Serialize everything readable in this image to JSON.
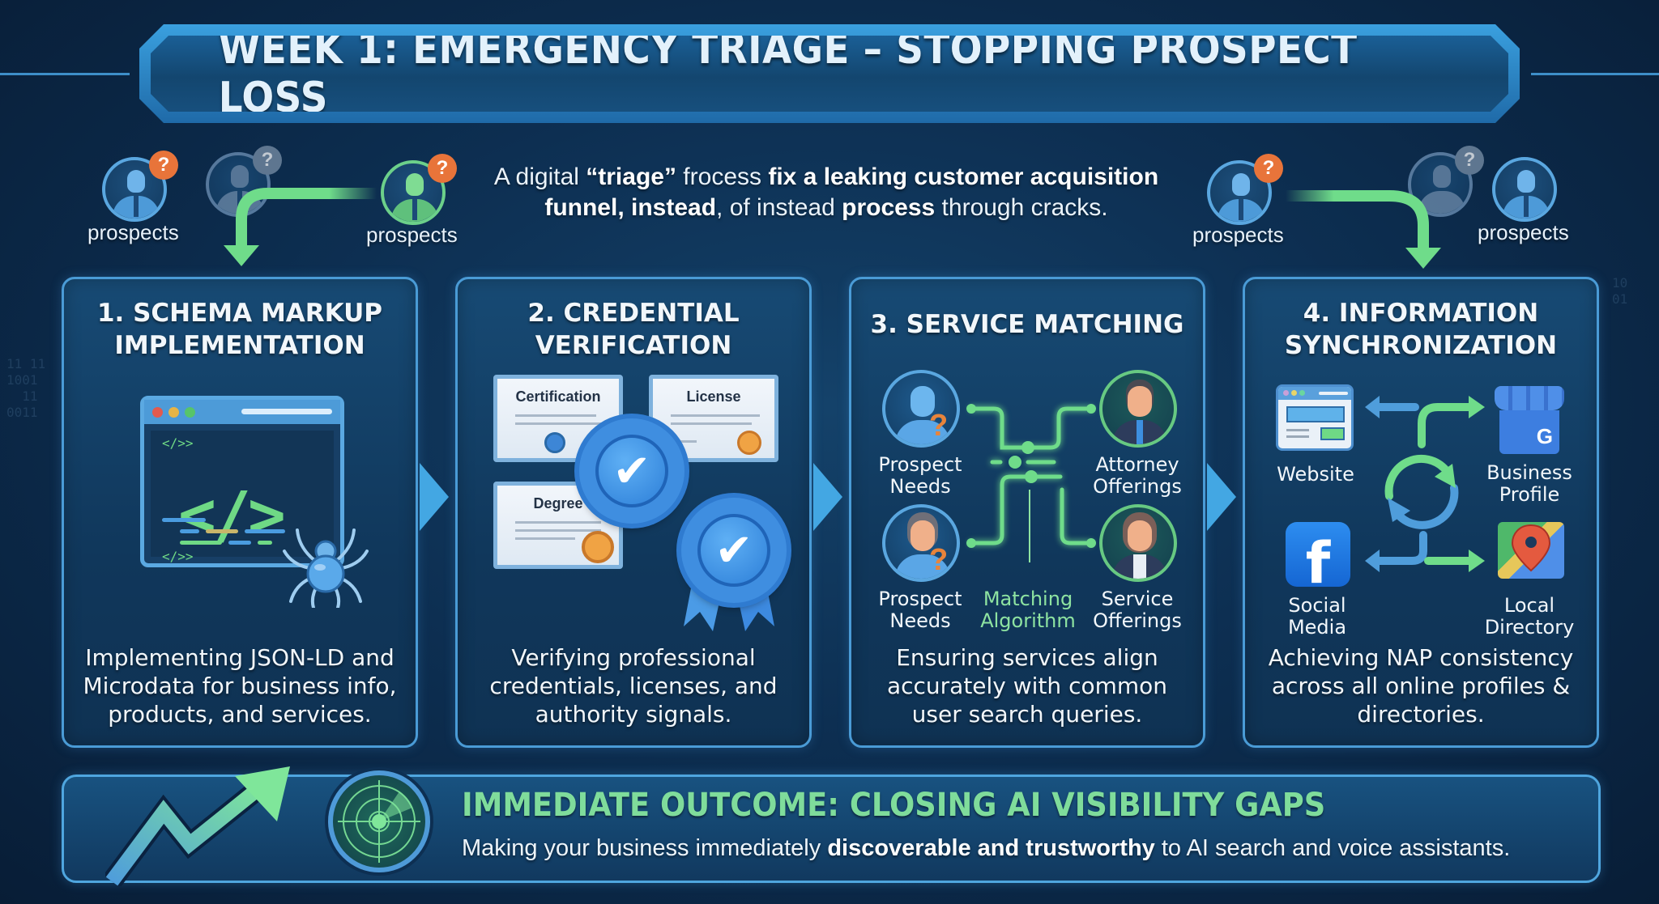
{
  "header": {
    "title": "WEEK 1: EMERGENCY TRIAGE – STOPPING PROSPECT LOSS"
  },
  "intro": {
    "segments": [
      {
        "text": "A digital ",
        "bold": false
      },
      {
        "text": "“triage”",
        "bold": true
      },
      {
        "text": " frocess ",
        "bold": false
      },
      {
        "text": "fix a leaking customer acquisition funnel, instead",
        "bold": true
      },
      {
        "text": ", of instead ",
        "bold": false
      },
      {
        "text": "process",
        "bold": true
      },
      {
        "text": " through cracks.",
        "bold": false
      }
    ],
    "full_text": "A digital “triage” frocess fix a leaking customer acquisition funnel, instead, of instead process through cracks."
  },
  "prospects": {
    "label": "prospects",
    "left_group": [
      {
        "label": "prospects",
        "style": "blue",
        "has_question": true
      },
      {
        "label": "",
        "style": "grey",
        "has_question": true
      },
      {
        "label": "prospects",
        "style": "green",
        "has_question": true
      }
    ],
    "right_group": [
      {
        "label": "prospects",
        "style": "blue",
        "has_question": true
      },
      {
        "label": "",
        "style": "grey",
        "has_question": true
      },
      {
        "label": "prospects",
        "style": "blue",
        "has_question": false
      }
    ]
  },
  "panels": [
    {
      "number": "1",
      "title_line1": "1. SCHEMA MARKUP",
      "title_line2": "IMPLEMENTATION",
      "icon": "code-window-with-spider-icon",
      "code_tag_small": "</>>",
      "code_tag_big": "</>",
      "description": "Implementing JSON-LD and Microdata for business info, products, and services."
    },
    {
      "number": "2",
      "title_line1": "2. CREDENTIAL",
      "title_line2": "VERIFICATION",
      "icon": "certificates-with-verified-badges-icon",
      "certificates": [
        "Certification",
        "License",
        "Degree"
      ],
      "check_glyph": "✔",
      "description": "Verifying professional credentials, licenses, and authority signals."
    },
    {
      "number": "3",
      "title_line1": "3. SERVICE MATCHING",
      "title_line2": "",
      "icon": "matching-network-icon",
      "nodes": {
        "top_left": "Prospect Needs",
        "bottom_left": "Prospect Needs",
        "top_right": "Attorney Offerings",
        "bottom_right": "Service Offerings",
        "center": "Matching Algorithm"
      },
      "node_lines": {
        "top_left": [
          "Prospect",
          "Needs"
        ],
        "bottom_left": [
          "Prospect",
          "Needs"
        ],
        "top_right": [
          "Attorney",
          "Offerings"
        ],
        "bottom_right": [
          "Service",
          "Offerings"
        ],
        "center": [
          "Matching",
          "Algorithm"
        ]
      },
      "question_glyph": "?",
      "description": "Ensuring services align accurately with common user search queries."
    },
    {
      "number": "4",
      "title_line1": "4. INFORMATION",
      "title_line2": "SYNCHRONIZATION",
      "icon": "sync-cycle-icon",
      "nodes": {
        "top_left": [
          "Website"
        ],
        "top_right": [
          "Business",
          "Profile"
        ],
        "bottom_left": [
          "Social",
          "Media"
        ],
        "bottom_right": [
          "Local",
          "Directory"
        ]
      },
      "facebook_glyph": "f",
      "google_glyph": "G",
      "description": "Achieving NAP consistency across all online profiles & directories."
    }
  ],
  "outcome": {
    "title": "IMMEDIATE OUTCOME: CLOSING AI VISIBILITY GAPS",
    "sub_segments": [
      {
        "text": "Making your business immediately ",
        "bold": false
      },
      {
        "text": "discoverable and trustworthy",
        "bold": true
      },
      {
        "text": " to AI search and voice assistants.",
        "bold": false
      }
    ],
    "full_text": "Making your business immediately discoverable and trustworthy to AI search and voice assistants."
  },
  "colors": {
    "background": "#0d2f52",
    "panel_border": "#4a9bd6",
    "accent_green": "#6fd985",
    "accent_blue": "#43a7e3",
    "question_orange": "#e8743a",
    "outcome_title": "#7fdc9b"
  }
}
